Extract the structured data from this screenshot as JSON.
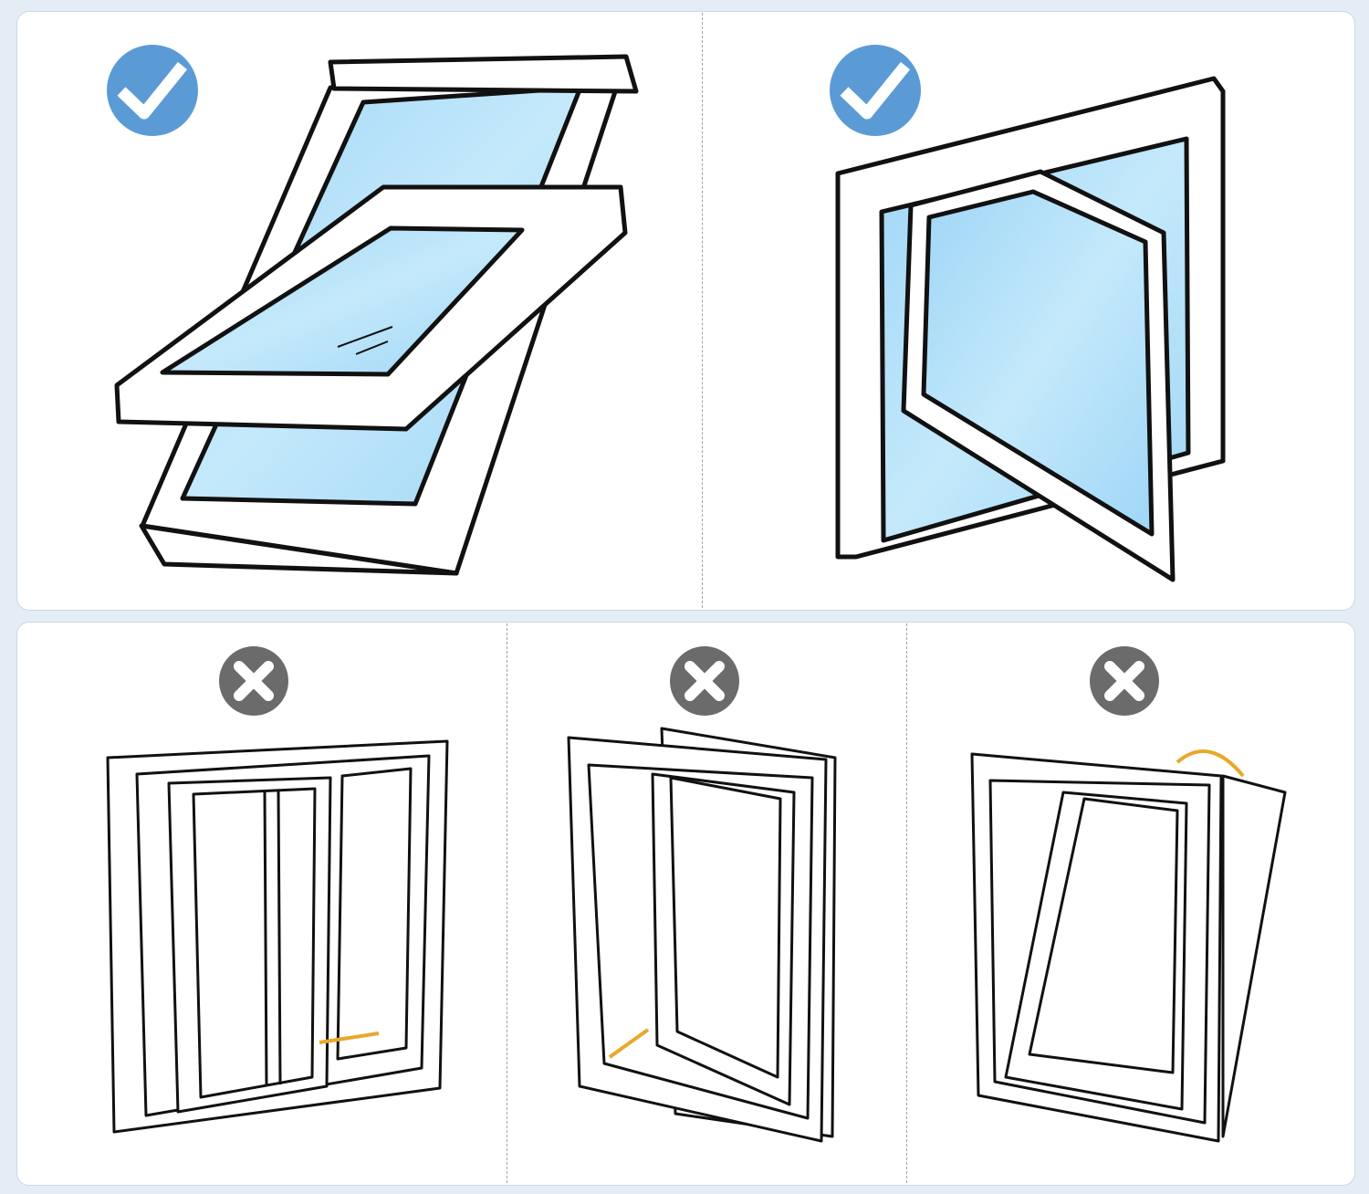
{
  "colors": {
    "background": "#e4edf6",
    "check_badge": "#5b9bd5",
    "cross_badge": "#6b6b6b",
    "glass": "#a9dcf7",
    "arrow": "#e8a82a",
    "outline": "#111111"
  },
  "top_panel": {
    "items": [
      {
        "window": "skylight-window",
        "badge_icon": "check-icon"
      },
      {
        "window": "casement-window",
        "badge_icon": "check-icon"
      }
    ]
  },
  "bottom_panel": {
    "items": [
      {
        "window": "sliding-window",
        "badge_icon": "cross-icon"
      },
      {
        "window": "side-hung-window",
        "badge_icon": "cross-icon"
      },
      {
        "window": "tilt-window",
        "badge_icon": "cross-icon"
      }
    ]
  }
}
